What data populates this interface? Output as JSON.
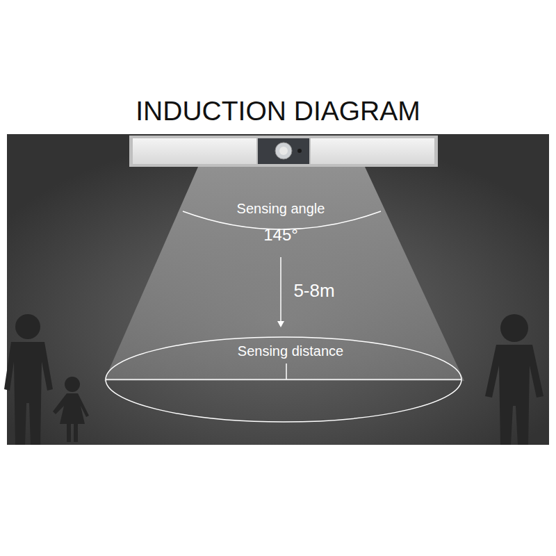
{
  "diagram": {
    "title": "INDUCTION DIAGRAM",
    "nodes": [
      {
        "text": [
          "Sensing distance"
        ]
      }
    ],
    "labels": [
      "Sensing angle",
      "145°",
      "5-8m"
    ]
  }
}
